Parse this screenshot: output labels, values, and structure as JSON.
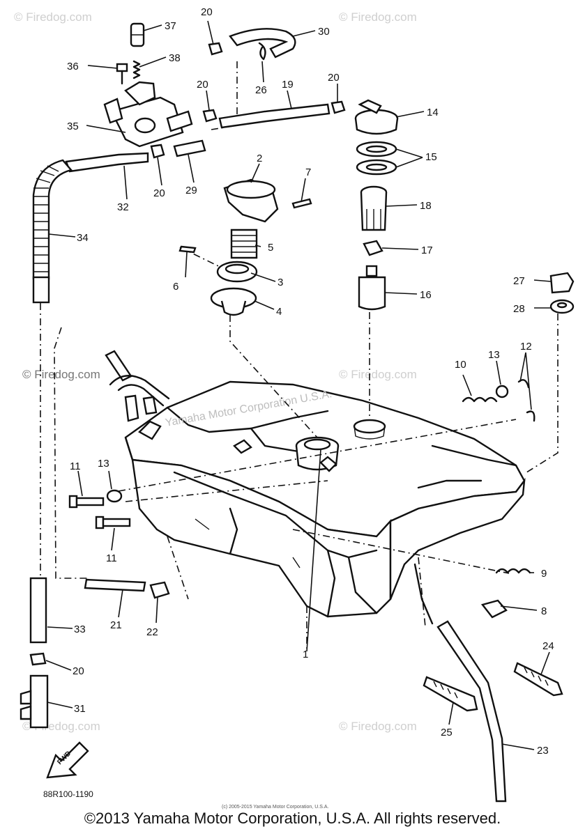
{
  "watermark": "© Firedog.com",
  "tank_watermark": "Yamaha Motor Corporation U.S.A.",
  "diagram_code": "88R100-1190",
  "fine_print": "(c) 2005-2015 Yamaha Motor Corporation, U.S.A.",
  "copyright": "©2013 Yamaha Motor Corporation, U.S.A. All rights reserved.",
  "fwd_arrow": "FWD",
  "callouts": {
    "c1": "1",
    "c2": "2",
    "c3": "3",
    "c4": "4",
    "c5": "5",
    "c6": "6",
    "c7": "7",
    "c8": "8",
    "c9": "9",
    "c10": "10",
    "c11a": "11",
    "c11b": "11",
    "c12": "12",
    "c13a": "13",
    "c13b": "13",
    "c14": "14",
    "c15": "15",
    "c16": "16",
    "c17": "17",
    "c18": "18",
    "c19": "19",
    "c20a": "20",
    "c20b": "20",
    "c20c": "20",
    "c20d": "20",
    "c20e": "20",
    "c21": "21",
    "c22": "22",
    "c23": "23",
    "c24": "24",
    "c25": "25",
    "c26": "26",
    "c27": "27",
    "c28": "28",
    "c29": "29",
    "c30": "30",
    "c31": "31",
    "c32": "32",
    "c33": "33",
    "c34": "34",
    "c35": "35",
    "c36": "36",
    "c37": "37",
    "c38": "38"
  }
}
